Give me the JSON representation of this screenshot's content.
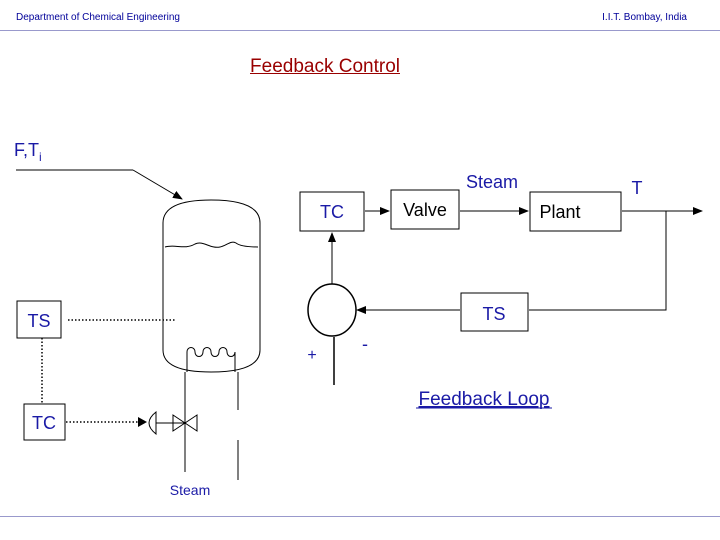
{
  "header": {
    "left_text": "Department of Chemical Engineering",
    "right_text": "I.I.T. Bombay, India"
  },
  "title": "Feedback Control",
  "tank": {
    "feed_label_main": "F,T",
    "feed_label_sub": "i",
    "ts_label": "TS",
    "tc_label": "TC",
    "steam_label": "Steam"
  },
  "block_diagram": {
    "tc_label": "TC",
    "valve_label": "Valve",
    "plant_label": "Plant",
    "steam_label": "Steam",
    "output_label": "T",
    "ts_label": "TS",
    "plus_sign": "+",
    "minus_sign": "-",
    "caption": "Feedback Loop"
  },
  "colors": {
    "blue_text": "#1a1aa6",
    "title_red": "#990000",
    "header_blue": "#000099"
  }
}
